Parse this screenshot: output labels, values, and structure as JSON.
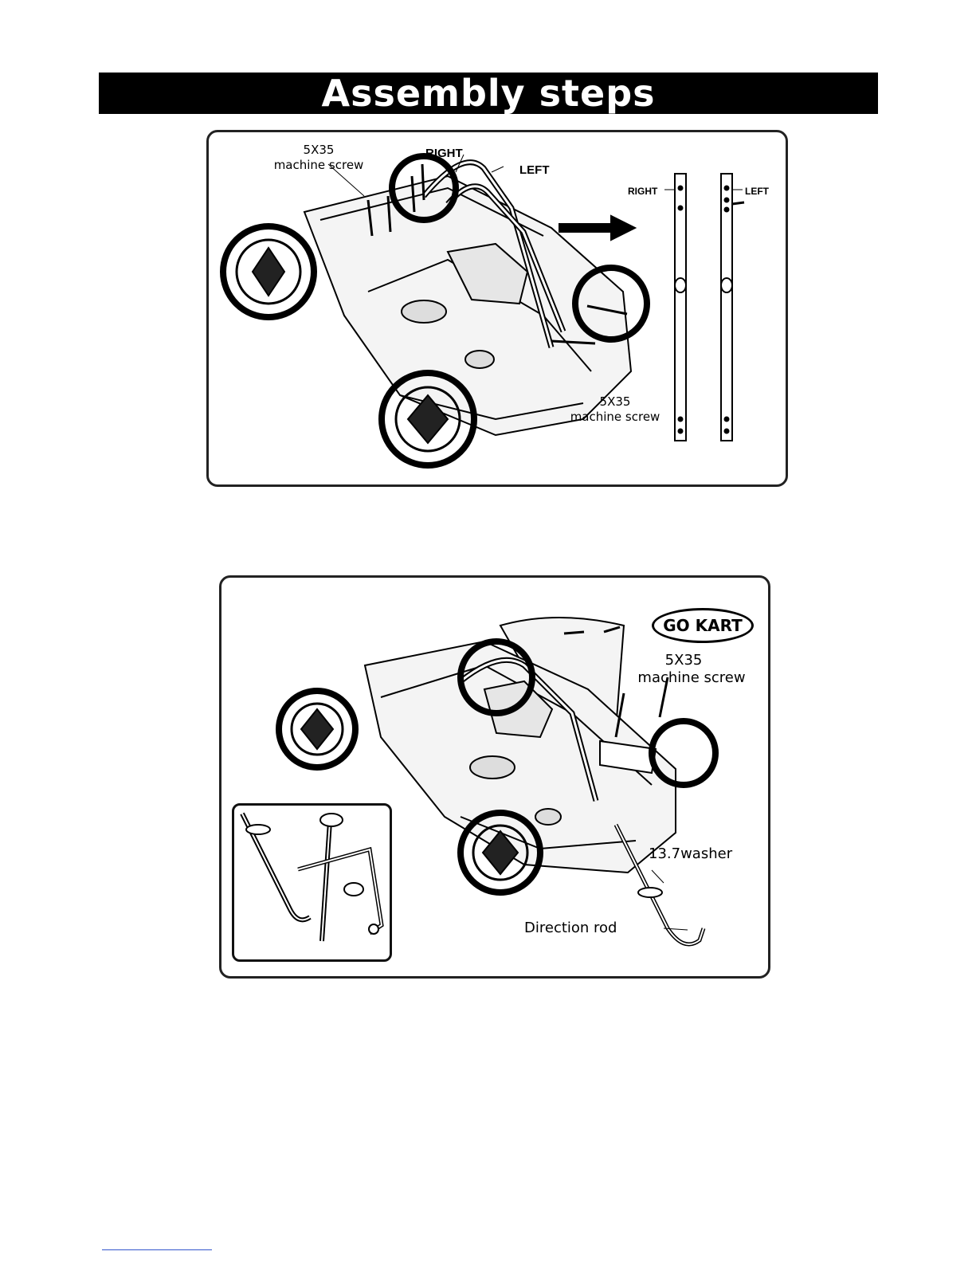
{
  "page": {
    "title": "Assembly steps"
  },
  "step1": {
    "screw_top_size": "5X35",
    "screw_top_name": "machine screw",
    "right_label": "RIGHT",
    "left_label": "LEFT",
    "tube_right_label": "RIGHT",
    "tube_left_label": "LEFT",
    "screw_bottom_size": "5X35",
    "screw_bottom_name": "machine screw"
  },
  "step2": {
    "logo_text": "GO KART",
    "screw_size": "5X35",
    "screw_name": "machine screw",
    "washer_label": "13.7washer",
    "rod_label": "Direction rod"
  },
  "colors": {
    "ink": "#000000",
    "paper": "#ffffff",
    "footer_link": "#3355cc"
  }
}
